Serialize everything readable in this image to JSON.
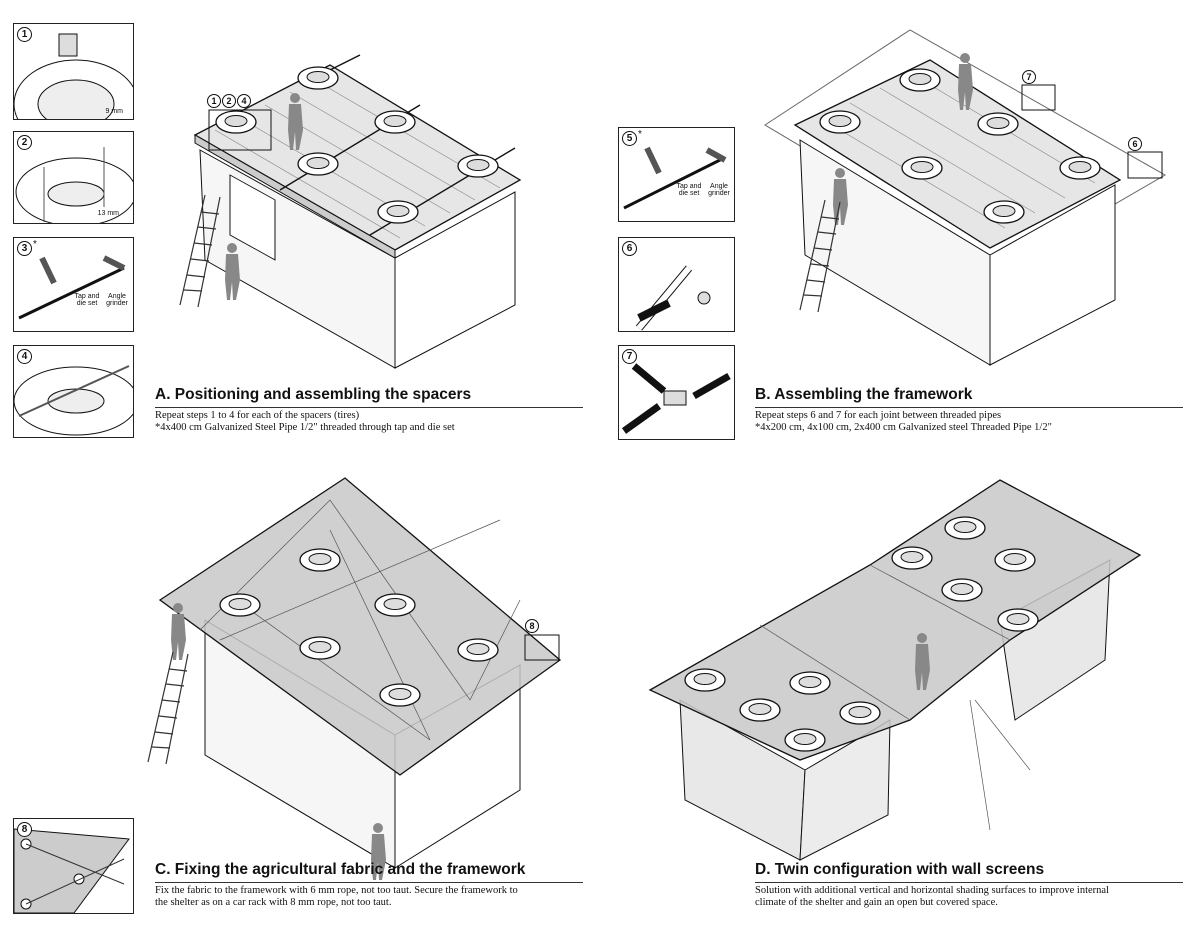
{
  "sections": {
    "a": {
      "title": "A. Positioning and assembling the spacers",
      "lines": [
        "Repeat steps 1 to 4 for each of the spacers (tires)",
        "*4x400 cm Galvanized Steel Pipe 1/2\" threaded through tap and die set"
      ],
      "callout": [
        "1",
        "2",
        "4"
      ]
    },
    "b": {
      "title": "B. Assembling the framework",
      "lines": [
        "Repeat steps 6 and 7 for each joint between threaded pipes",
        "*4x200 cm, 4x100 cm, 2x400 cm Galvanized steel Threaded Pipe 1/2\""
      ],
      "callouts": [
        "7",
        "6"
      ]
    },
    "c": {
      "title": "C. Fixing the agricultural fabric and the framework",
      "lines": [
        "Fix the fabric to the framework with 6 mm rope, not too taut. Secure the framework to",
        "the shelter as on a car rack with 8 mm rope, not too taut."
      ],
      "callout": "8"
    },
    "d": {
      "title": "D. Twin configuration with wall screens",
      "lines": [
        "Solution with additional vertical and horizontal shading surfaces to improve internal",
        "climate of the shelter and gain an open but covered space."
      ]
    }
  },
  "steps": {
    "s1": {
      "num": "1",
      "label": "9 mm"
    },
    "s2": {
      "num": "2",
      "label": "13 mm"
    },
    "s3": {
      "num": "3",
      "star": "*",
      "tool1": "Tap and die set",
      "tool2": "Angle grinder"
    },
    "s4": {
      "num": "4"
    },
    "s5": {
      "num": "5",
      "star": "*",
      "tool1": "Tap and die set",
      "tool2": "Angle grinder"
    },
    "s6": {
      "num": "6"
    },
    "s7": {
      "num": "7"
    },
    "s8": {
      "num": "8"
    }
  },
  "colors": {
    "ink": "#111111",
    "fabric": "#c8c8c8",
    "wall": "#f4f4f4"
  }
}
